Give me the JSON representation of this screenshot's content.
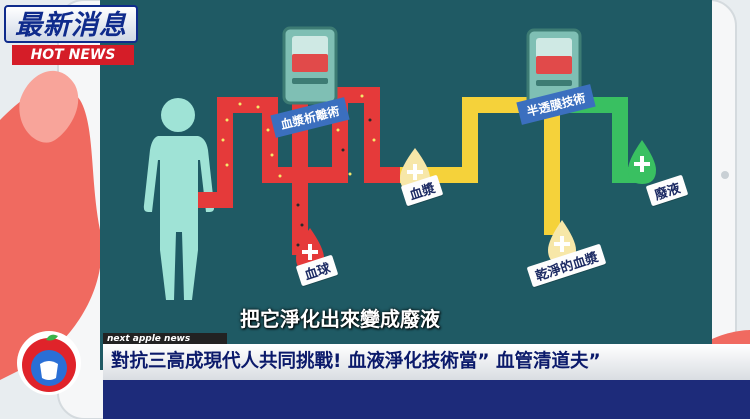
{
  "logo": {
    "main": "最新消息",
    "sub": "HOT NEWS"
  },
  "diagram": {
    "labels": {
      "separation": "血漿析離術",
      "membrane": "半透膜技術",
      "plasma": "血漿",
      "waste": "廢液",
      "blood_cells": "血球",
      "clean_plasma": "乾淨的血漿"
    },
    "colors": {
      "screen": "#1f5a64",
      "red_tube": "#e53a3a",
      "yellow_tube": "#f5d23a",
      "green_tube": "#39c061",
      "machine": "#7fbfb4",
      "figure": "#9fe3d6"
    }
  },
  "subtitle": "把它淨化出來變成廢液",
  "news": {
    "tag": "next apple news",
    "headline": "對抗三高成現代人共同挑戰! 血液淨化技術當”  血管清道夫”"
  }
}
